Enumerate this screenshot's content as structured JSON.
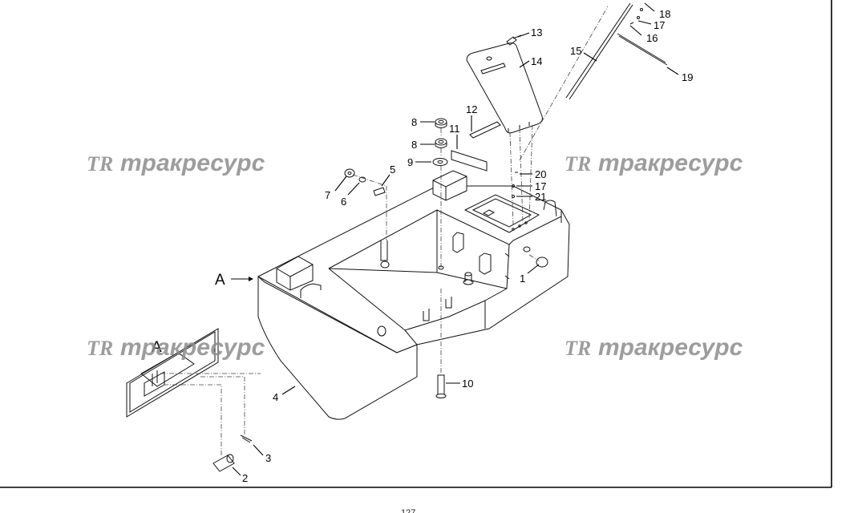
{
  "diagram": {
    "callouts": {
      "c1": "1",
      "c2": "2",
      "c3": "3",
      "c4": "4",
      "c5": "5",
      "c6": "6",
      "c7": "7",
      "c8a": "8",
      "c8b": "8",
      "c9": "9",
      "c10": "10",
      "c11": "11",
      "c12": "12",
      "c13": "13",
      "c14": "14",
      "c15": "15",
      "c16": "16",
      "c17a": "17",
      "c17b": "17",
      "c18": "18",
      "c19": "19",
      "c20": "20",
      "c21": "21"
    },
    "view_markers": {
      "main": "A",
      "detail": "A"
    },
    "watermark": {
      "logo": "TR",
      "text": "тракресурс"
    },
    "page_number": "127"
  }
}
